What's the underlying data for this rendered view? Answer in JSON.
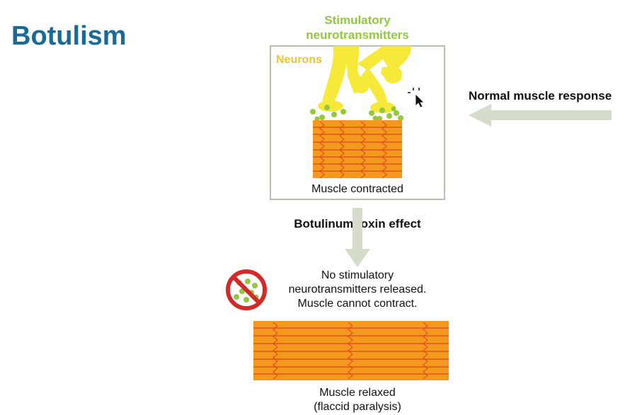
{
  "title": "Botulism",
  "normal": {
    "neurotransmitter_label": "Stimulatory neurotransmitters",
    "neurons_label": "Neurons",
    "side_label": "Normal muscle response",
    "muscle_label": "Muscle contracted"
  },
  "toxin": {
    "arrow_label": "Botulinum toxin effect",
    "blocked_line1": "No stimulatory",
    "blocked_line2": "neurotransmitters released.",
    "blocked_line3": "Muscle cannot contract.",
    "muscle_line1": "Muscle relaxed",
    "muscle_line2": "(flaccid paralysis)"
  },
  "colors": {
    "title": "#1a6a96",
    "neurotransmitter": "#93c83e",
    "neuron": "#f7e93a",
    "muscle": "#f39a1e",
    "muscle_line": "#e0441c",
    "arrow": "#d6dccb",
    "prohibit": "#d32a2a"
  }
}
